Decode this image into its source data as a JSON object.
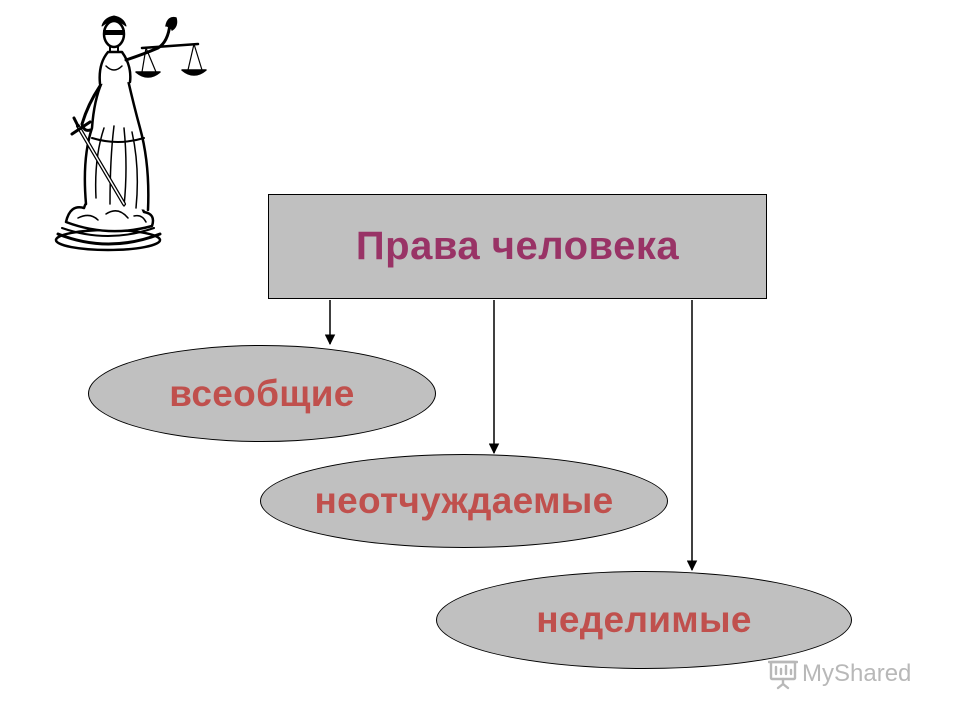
{
  "diagram": {
    "title": "Права человека",
    "items": [
      {
        "label": "всеобщие"
      },
      {
        "label": "неотчуждаемые"
      },
      {
        "label": "неделимые"
      }
    ]
  },
  "watermark": {
    "text": "MyShared",
    "icon": "presentation-board-icon"
  },
  "illustration": {
    "icon": "lady-justice-icon"
  },
  "colors": {
    "title_text": "#993366",
    "item_text": "#c0504d",
    "fill": "#c0c0c0",
    "stroke": "#000000",
    "watermark": "#b8b8b8"
  }
}
